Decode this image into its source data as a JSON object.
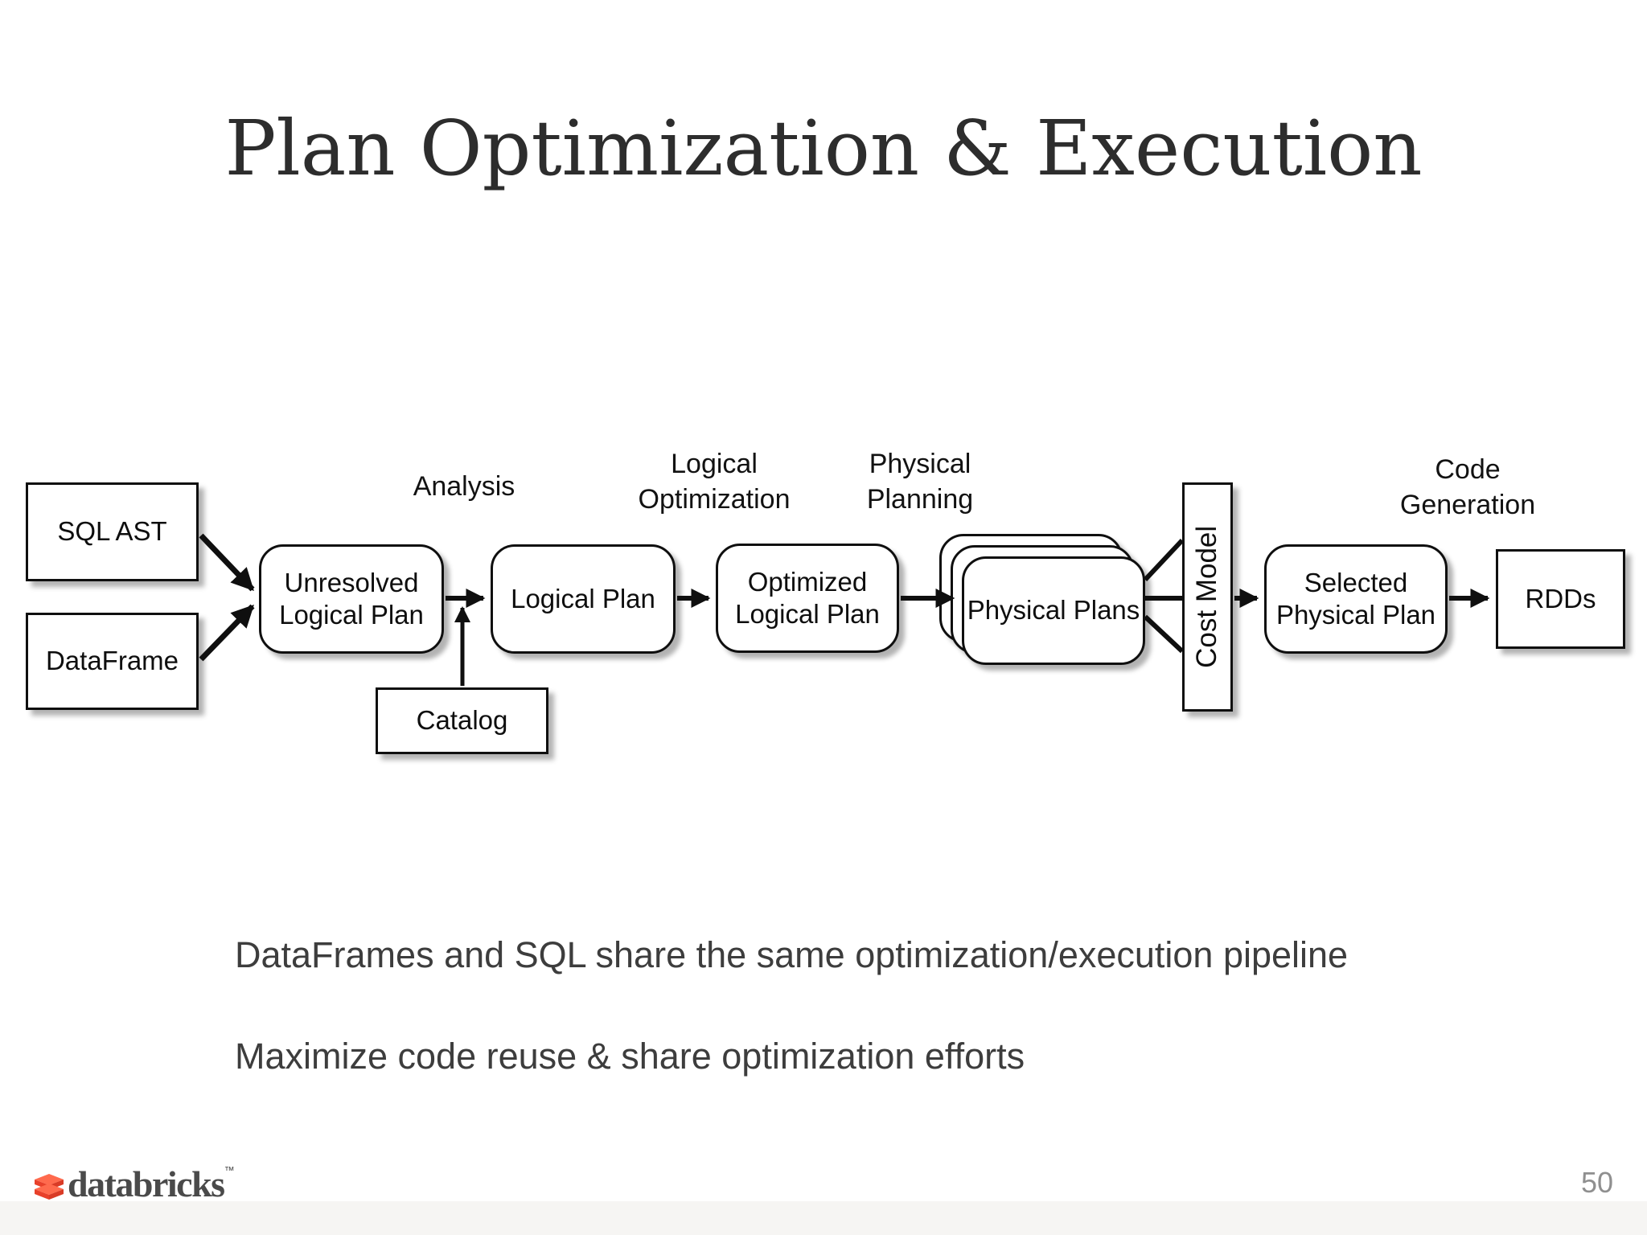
{
  "slide": {
    "title": "Plan Optimization & Execution",
    "notes": [
      "DataFrames and SQL share the same optimization/execution pipeline",
      "Maximize code reuse & share optimization efforts"
    ]
  },
  "diagram": {
    "stages": {
      "analysis": "Analysis",
      "logical_optimization": "Logical Optimization",
      "physical_planning": "Physical Planning",
      "code_generation": "Code Generation"
    },
    "nodes": {
      "sql_ast": "SQL AST",
      "dataframe": "DataFrame",
      "unresolved_logical_plan": "Unresolved Logical Plan",
      "catalog": "Catalog",
      "logical_plan": "Logical Plan",
      "optimized_logical_plan": "Optimized Logical Plan",
      "physical_plans": "Physical Plans",
      "cost_model": "Cost Model",
      "selected_physical_plan": "Selected Physical Plan",
      "rdds": "RDDs"
    }
  },
  "footer": {
    "brand": "databricks",
    "trademark": "™",
    "page_number": "50"
  },
  "colors": {
    "brick_top": "#ff6a4d",
    "brick_front_left": "#e8402a",
    "brick_front_right": "#d93b26",
    "title_text": "#2d2d2d",
    "note_text": "#3d3d3d",
    "page_number_gray": "#8f8f8f"
  }
}
